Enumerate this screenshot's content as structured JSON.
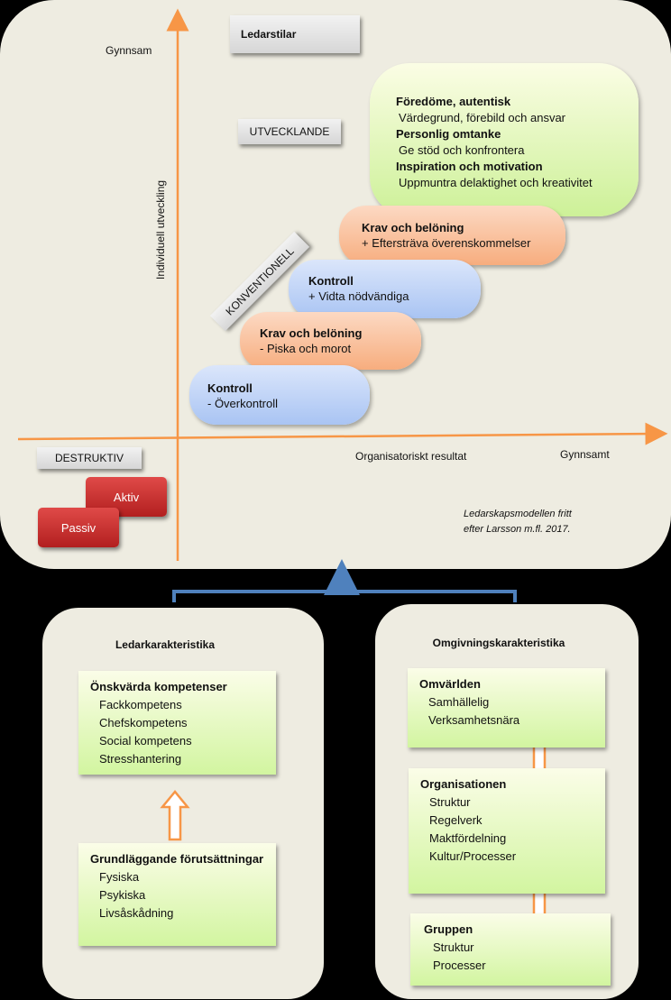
{
  "axes": {
    "y_top_label": "Gynnsam",
    "y_axis_label": "Individuell utveckling",
    "x_axis_label": "Organisatoriskt resultat",
    "x_right_label": "Gynnsamt",
    "axis_color": "#f79646"
  },
  "styles": {
    "leadership_styles": "Ledarstilar",
    "developing": "UTVECKLANDE",
    "conventional": "KONVENTIONELL",
    "destructive": "DESTRUKTIV"
  },
  "pills": {
    "developing": {
      "l1_bold": "Föredöme, autentisk",
      "l2": "Värdegrund, förebild och ansvar",
      "l3_bold": "Personlig omtanke",
      "l4": "Ge stöd och konfrontera",
      "l5_bold": "Inspiration och motivation",
      "l6": "Uppmuntra delaktighet och kreativitet"
    },
    "reward_high": {
      "title": "Krav och belöning",
      "text": "+ Eftersträva överenskommelser"
    },
    "control_high": {
      "title": "Kontroll",
      "text": "+ Vidta nödvändiga"
    },
    "reward_low": {
      "title": "Krav och belöning",
      "text": "- Piska och morot"
    },
    "control_low": {
      "title": "Kontroll",
      "text": "- Överkontroll"
    }
  },
  "destructive_boxes": {
    "active": "Aktiv",
    "passive": "Passiv"
  },
  "citation": {
    "line1": "Ledarskapsmodellen fritt",
    "line2": "efter Larsson m.fl. 2017."
  },
  "leader_panel": {
    "title": "Ledarkarakteristika",
    "competences": {
      "title": "Önskvärda kompetenser",
      "items": [
        "Fackkompetens",
        "Chefskompetens",
        "Social kompetens",
        "Stresshantering"
      ]
    },
    "prerequisites": {
      "title": "Grundläggande förutsättningar",
      "items": [
        "Fysiska",
        "Psykiska",
        "Livsåskådning"
      ]
    }
  },
  "environment_panel": {
    "title": "Omgivningskarakteristika",
    "world": {
      "title": "Omvärlden",
      "items": [
        "Samhällelig",
        "Verksamhetsnära"
      ]
    },
    "organisation": {
      "title": "Organisationen",
      "items": [
        "Struktur",
        "Regelverk",
        "Maktfördelning",
        "Kultur/Processer"
      ]
    },
    "group": {
      "title": "Gruppen",
      "items": [
        "Struktur",
        "Processer"
      ]
    }
  },
  "colors": {
    "background": "#000000",
    "panel": "#eeece1",
    "axis_orange": "#f79646",
    "connector_blue": "#4f81bd",
    "red": "#c0302e",
    "green": "#d2f5a0",
    "blue_pill": "#a9c4f3",
    "orange_pill": "#f7ad7e"
  }
}
